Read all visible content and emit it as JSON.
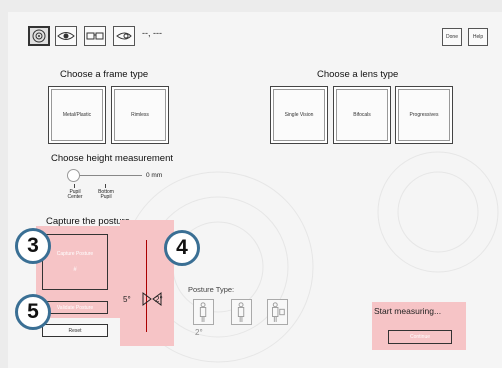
{
  "toolbar": {
    "icons": [
      "target-icon",
      "eye-icon",
      "frame-icon",
      "eye-side-icon"
    ],
    "readout": "--, ---",
    "done_label": "Done",
    "help_label": "Help"
  },
  "frame_section": {
    "title": "Choose a frame type",
    "options": [
      "Metal/Plastic",
      "Rimless"
    ]
  },
  "lens_section": {
    "title": "Choose a lens type",
    "options": [
      "Single Vision",
      "Bifocals",
      "Progressives"
    ]
  },
  "height_section": {
    "title": "Choose height measurement",
    "value": "0 mm",
    "ticks": [
      "Pupil Center",
      "Bottom Pupil"
    ]
  },
  "posture_section": {
    "title": "Capture the posture",
    "capture_label": "Capture Posture",
    "capture_symbol": "#",
    "validate_label": "Validate Posture",
    "reset_label": "Reset",
    "angle_left": "5°",
    "angle_right": "2°",
    "posture_type_label": "Posture Type:",
    "posture_sub": "2°"
  },
  "measure_section": {
    "title": "Start measuring...",
    "continue_label": "Continue"
  },
  "badges": [
    "3",
    "4",
    "5"
  ],
  "colors": {
    "highlight": "#f6c4c6",
    "badge_border": "#3a6f94"
  }
}
